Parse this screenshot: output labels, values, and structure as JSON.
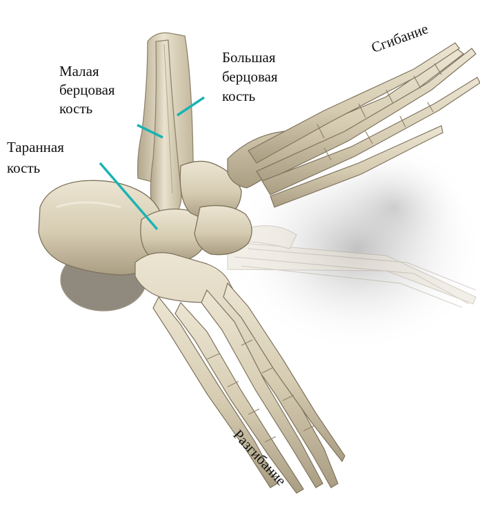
{
  "labels": {
    "fibula_line1": "Малая",
    "fibula_line2": "берцовая",
    "fibula_line3": "кость",
    "tibia_line1": "Большая",
    "tibia_line2": "берцовая",
    "tibia_line3": "кость",
    "talus_line1": "Таранная",
    "talus_line2": "кость",
    "flexion": "Сгибание",
    "extension": "Разгибание"
  },
  "colors": {
    "bone": "#ddd4bd",
    "bone_shade": "#a89c82",
    "bone_dark": "#5e5545",
    "ghost_bone": "#e9e3d6",
    "pointer": "#1ab3b3"
  }
}
